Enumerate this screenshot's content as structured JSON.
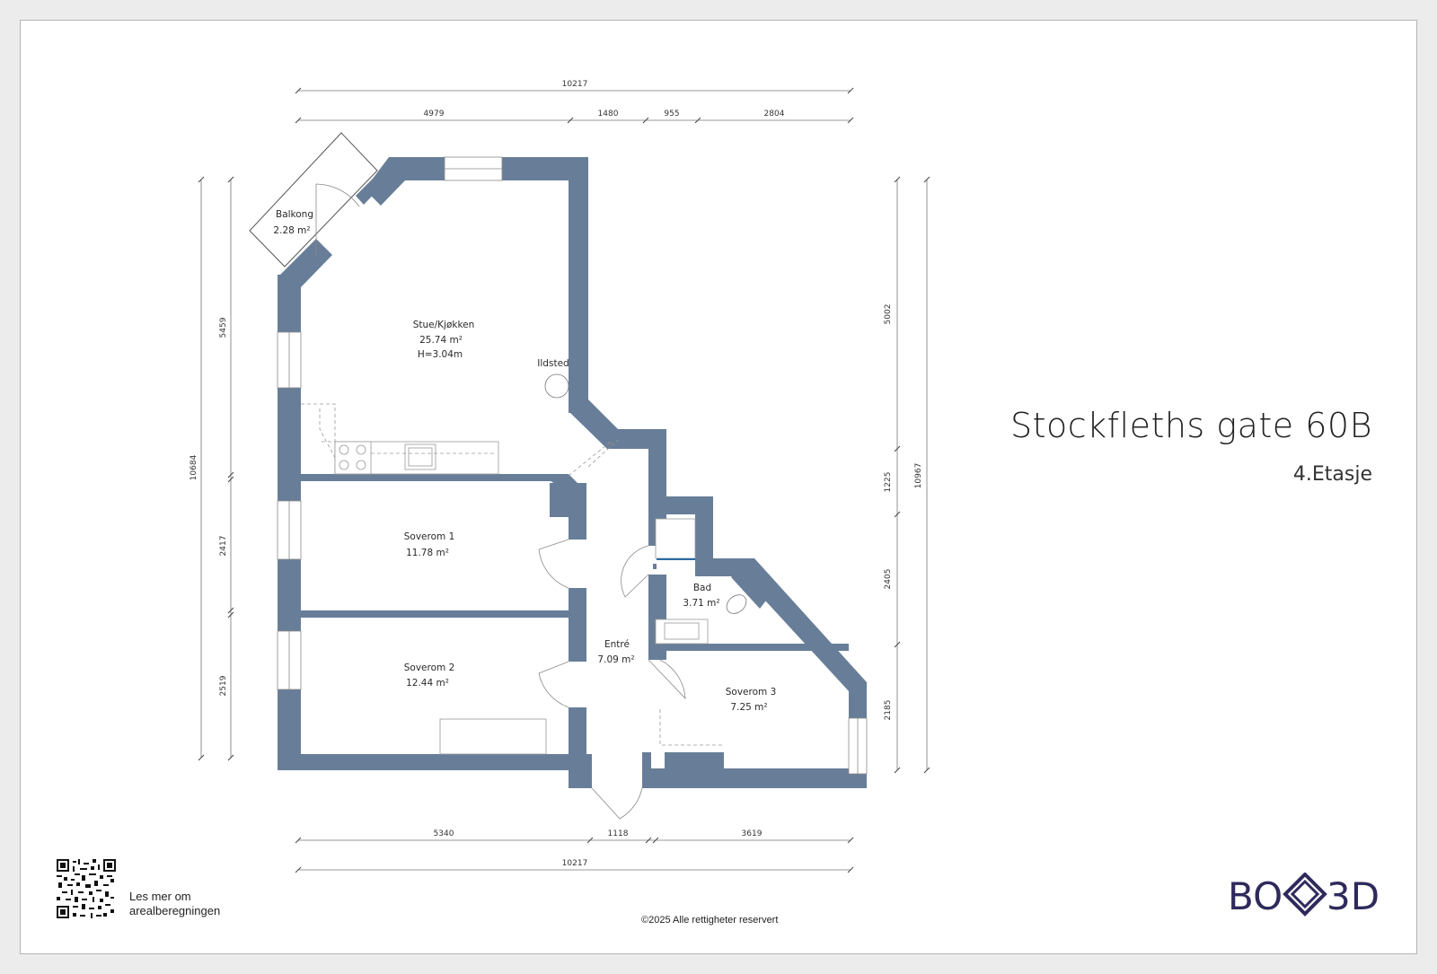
{
  "title": "Stockfleths gate 60B",
  "subtitle": "4.Etasje",
  "rooms": {
    "balkong": {
      "name": "Balkong",
      "area": "2.28 m²"
    },
    "stue": {
      "name": "Stue/Kjøkken",
      "area": "25.74 m²",
      "height": "H=3.04m"
    },
    "ildsted": "Ildsted",
    "soverom1": {
      "name": "Soverom 1",
      "area": "11.78 m²"
    },
    "soverom2": {
      "name": "Soverom 2",
      "area": "12.44 m²"
    },
    "entre": {
      "name": "Entré",
      "area": "7.09 m²"
    },
    "bad": {
      "name": "Bad",
      "area": "3.71 m²"
    },
    "soverom3": {
      "name": "Soverom 3",
      "area": "7.25 m²"
    }
  },
  "dimensions": {
    "top_total": "10217",
    "top_segments": [
      "4979",
      "1480",
      "955",
      "2804"
    ],
    "bottom_total": "10217",
    "bottom_segments": [
      "5340",
      "1118",
      "3619"
    ],
    "left_total": "10684",
    "left_segments": [
      "5459",
      "2417",
      "2519"
    ],
    "right_total": "10967",
    "right_segments": [
      "5002",
      "1225",
      "2405",
      "2185"
    ]
  },
  "footer": {
    "qr_line1": "Les mer om",
    "qr_line2": "arealberegningen",
    "copyright": "©2025 Alle rettigheter reservert"
  },
  "logo": {
    "left": "BO",
    "right": "3D",
    "color": "#2e2a5c"
  },
  "colors": {
    "wall": "#687e98"
  }
}
